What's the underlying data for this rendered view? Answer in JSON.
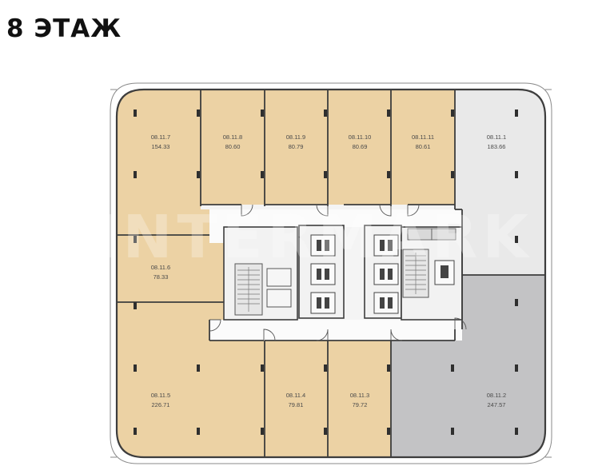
{
  "title": "8 ЭТАЖ",
  "watermark": "INTERMARK",
  "colors": {
    "available": "#ecd2a4",
    "reserved": "#e9e9e9",
    "sold": "#c3c3c5",
    "core": "#f4f4f4",
    "wall": "#3d3d3d",
    "column": "#2f2f2f"
  },
  "units": [
    {
      "id": "08.11.7",
      "area": "154.33",
      "status": "available"
    },
    {
      "id": "08.11.8",
      "area": "80.60",
      "status": "available"
    },
    {
      "id": "08.11.9",
      "area": "80.79",
      "status": "available"
    },
    {
      "id": "08.11.10",
      "area": "80.69",
      "status": "available"
    },
    {
      "id": "08.11.11",
      "area": "80.61",
      "status": "available"
    },
    {
      "id": "08.11.1",
      "area": "183.66",
      "status": "reserved"
    },
    {
      "id": "08.11.6",
      "area": "78.33",
      "status": "available"
    },
    {
      "id": "08.11.5",
      "area": "226.71",
      "status": "available"
    },
    {
      "id": "08.11.4",
      "area": "79.81",
      "status": "available"
    },
    {
      "id": "08.11.3",
      "area": "79.72",
      "status": "available"
    },
    {
      "id": "08.11.2",
      "area": "247.57",
      "status": "sold"
    }
  ]
}
